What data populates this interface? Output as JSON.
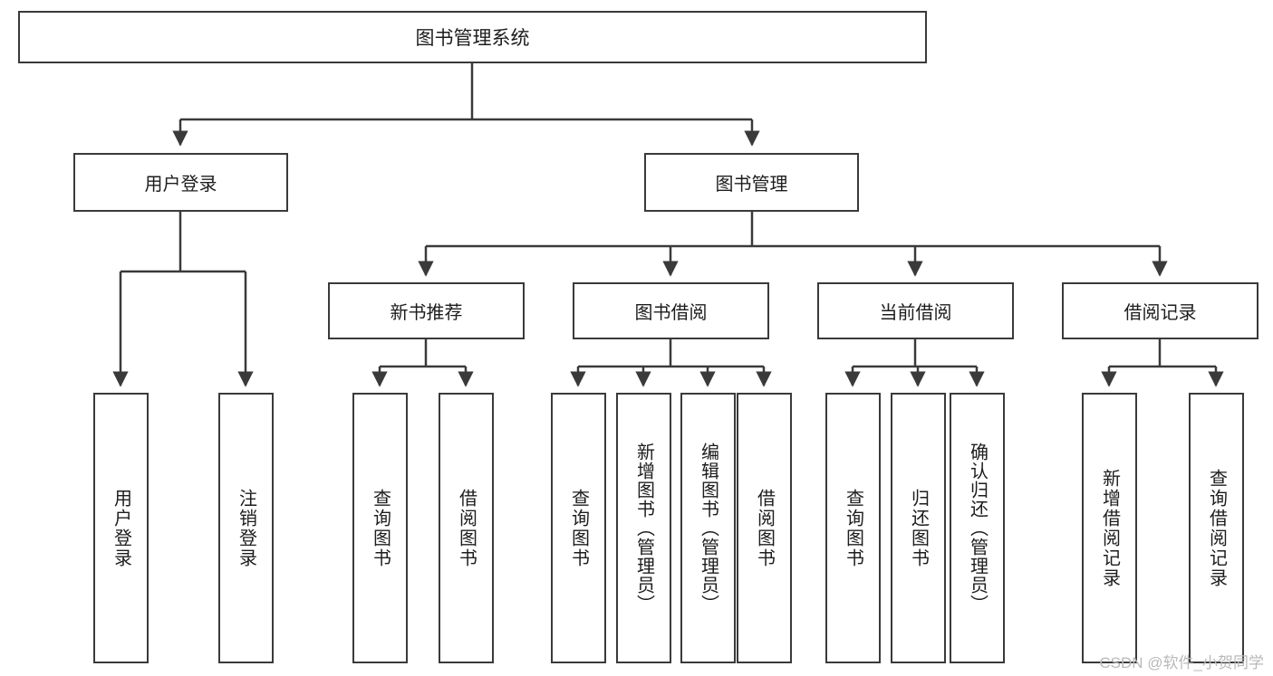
{
  "diagram": {
    "type": "tree-hierarchy",
    "title": "图书管理系统",
    "watermark": "CSDN @软件_小贺同学",
    "colors": {
      "box_border": "#3a3a3a",
      "box_fill": "#ffffff",
      "connector": "#3a3a3a",
      "text": "#1d1d1d",
      "watermark": "#b9b9b9"
    },
    "root": {
      "label": "图书管理系统",
      "children": [
        {
          "label": "用户登录",
          "children": [
            {
              "label": "用户登录"
            },
            {
              "label": "注销登录"
            }
          ]
        },
        {
          "label": "图书管理",
          "children": [
            {
              "label": "新书推荐",
              "children": [
                {
                  "label": "查询图书"
                },
                {
                  "label": "借阅图书"
                }
              ]
            },
            {
              "label": "图书借阅",
              "children": [
                {
                  "label": "查询图书"
                },
                {
                  "label": "新增图书（管理员）"
                },
                {
                  "label": "编辑图书（管理员）"
                },
                {
                  "label": "借阅图书"
                }
              ]
            },
            {
              "label": "当前借阅",
              "children": [
                {
                  "label": "查询图书"
                },
                {
                  "label": "归还图书"
                },
                {
                  "label": "确认归还（管理员）"
                }
              ]
            },
            {
              "label": "借阅记录",
              "children": [
                {
                  "label": "新增借阅记录"
                },
                {
                  "label": "查询借阅记录"
                }
              ]
            }
          ]
        }
      ]
    },
    "nodes": {
      "root": "图书管理系统",
      "user_login": "用户登录",
      "book_manage": "图书管理",
      "new_book": "新书推荐",
      "borrow": "图书借阅",
      "current": "当前借阅",
      "record": "借阅记录",
      "leaf_user_login": "用户登录",
      "leaf_logout": "注销登录",
      "leaf_nb_query": "查询图书",
      "leaf_nb_borrow": "借阅图书",
      "leaf_bl_query": "查询图书",
      "leaf_bl_add": "新增图书（管理员）",
      "leaf_bl_edit": "编辑图书（管理员）",
      "leaf_bl_borrow": "借阅图书",
      "leaf_cb_query": "查询图书",
      "leaf_cb_return": "归还图书",
      "leaf_cb_confirm": "确认归还（管理员）",
      "leaf_rc_add": "新增借阅记录",
      "leaf_rc_query": "查询借阅记录"
    }
  }
}
